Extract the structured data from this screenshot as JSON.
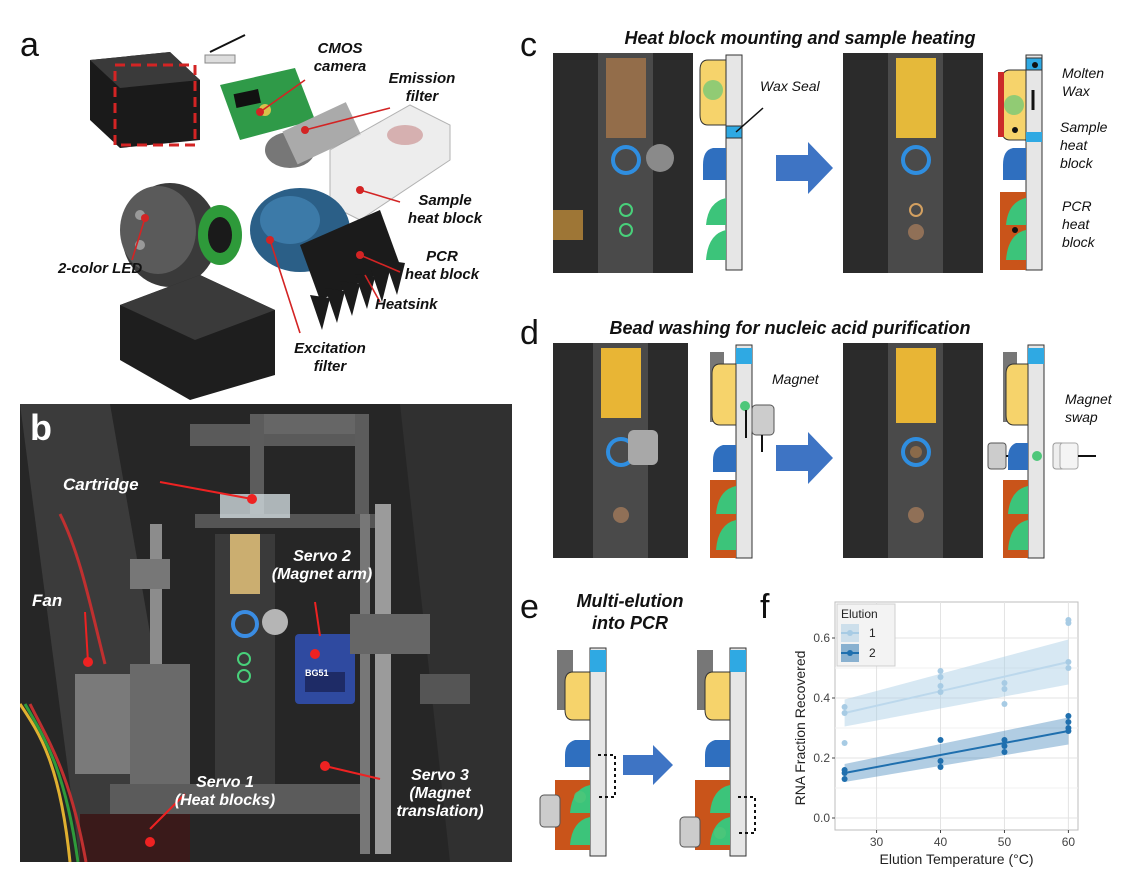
{
  "panel_a": {
    "letter": "a",
    "labels": {
      "cmos": "CMOS\ncamera",
      "emission": "Emission\nfilter",
      "sample_heat": "Sample\nheat block",
      "pcr_heat": "PCR\nheat block",
      "heatsink": "Heatsink",
      "excitation": "Excitation\nfilter",
      "led": "2-color LED"
    }
  },
  "panel_b": {
    "letter": "b",
    "labels": {
      "cartridge": "Cartridge",
      "servo2": "Servo 2\n(Magnet arm)",
      "fan": "Fan",
      "servo1": "Servo 1\n(Heat blocks)",
      "servo3": "Servo 3\n(Magnet\ntranslation)"
    },
    "servo_brand": "BG51"
  },
  "panel_c": {
    "letter": "c",
    "title": "Heat block mounting and sample heating",
    "wax_seal": "Wax Seal",
    "molten_wax": "Molten\nWax",
    "sample_heat": "Sample\nheat\nblock",
    "pcr_heat": "PCR\nheat\nblock"
  },
  "panel_d": {
    "letter": "d",
    "title": "Bead washing for nucleic acid purification",
    "magnet": "Magnet",
    "magnet_swap": "Magnet\nswap"
  },
  "panel_e": {
    "letter": "e",
    "title": "Multi-elution\ninto PCR"
  },
  "panel_f": {
    "letter": "f"
  },
  "colors": {
    "series1": "#a7cbe4",
    "series2": "#1f6fae",
    "arrow": "#3e74c4",
    "wax_yellow": "#f6d36b",
    "blue_chamber": "#2fa9e3",
    "pcr_orange": "#c9541a",
    "green": "#3cc47a"
  },
  "chart_data": {
    "type": "scatter",
    "xlabel": "Elution Temperature (°C)",
    "ylabel": "RNA Fraction Recovered",
    "x_ticks": [
      30,
      40,
      50,
      60
    ],
    "y_ticks": [
      "0.0",
      "0.2",
      "0.4",
      "0.6"
    ],
    "xlim": [
      23.5,
      61.5
    ],
    "ylim": [
      -0.04,
      0.72
    ],
    "legend_title": "Elution",
    "legend_position": "top-left",
    "grid": true,
    "series": [
      {
        "name": "1",
        "color": "#a7cbe4",
        "points": [
          [
            25,
            0.35
          ],
          [
            25,
            0.37
          ],
          [
            25,
            0.25
          ],
          [
            40,
            0.44
          ],
          [
            40,
            0.47
          ],
          [
            40,
            0.49
          ],
          [
            40,
            0.42
          ],
          [
            50,
            0.43
          ],
          [
            50,
            0.45
          ],
          [
            50,
            0.38
          ],
          [
            60,
            0.65
          ],
          [
            60,
            0.66
          ],
          [
            60,
            0.5
          ],
          [
            60,
            0.52
          ]
        ],
        "trend": [
          [
            25,
            0.35
          ],
          [
            60,
            0.52
          ]
        ]
      },
      {
        "name": "2",
        "color": "#1f6fae",
        "points": [
          [
            25,
            0.15
          ],
          [
            25,
            0.13
          ],
          [
            25,
            0.16
          ],
          [
            40,
            0.19
          ],
          [
            40,
            0.17
          ],
          [
            40,
            0.26
          ],
          [
            50,
            0.22
          ],
          [
            50,
            0.24
          ],
          [
            50,
            0.26
          ],
          [
            60,
            0.3
          ],
          [
            60,
            0.32
          ],
          [
            60,
            0.34
          ],
          [
            60,
            0.29
          ]
        ],
        "trend": [
          [
            25,
            0.15
          ],
          [
            60,
            0.29
          ]
        ]
      }
    ]
  }
}
